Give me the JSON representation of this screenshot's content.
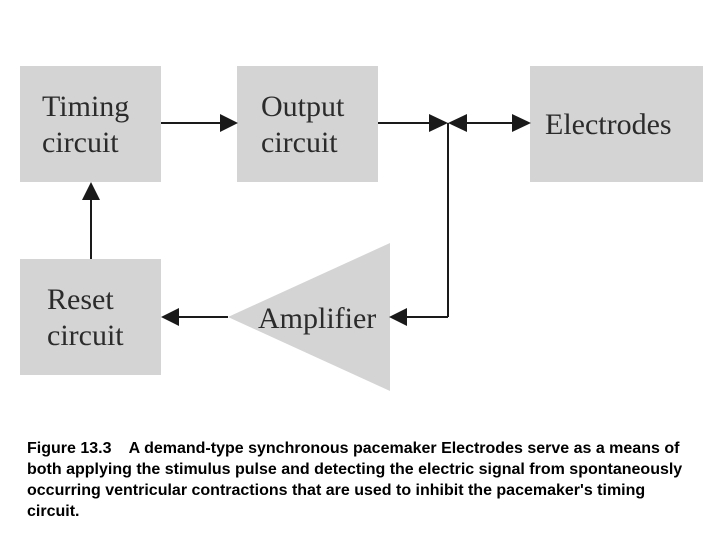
{
  "colors": {
    "block_fill": "#d4d4d4",
    "line": "#1a1a1a",
    "text": "#2b2b2b"
  },
  "blocks": {
    "timing": {
      "line1": "Timing",
      "line2": "circuit"
    },
    "output": {
      "line1": "Output",
      "line2": "circuit"
    },
    "electrodes": {
      "label": "Electrodes"
    },
    "reset": {
      "line1": "Reset",
      "line2": "circuit"
    },
    "amplifier": {
      "label": "Amplifier"
    }
  },
  "caption": {
    "number": "Figure 13.3",
    "text": "A demand-type synchronous pacemaker Electrodes serve as a means of both applying the stimulus pulse and detecting the electric signal from spontaneously occurring ventricular contractions that are used to inhibit the pacemaker's timing circuit."
  }
}
